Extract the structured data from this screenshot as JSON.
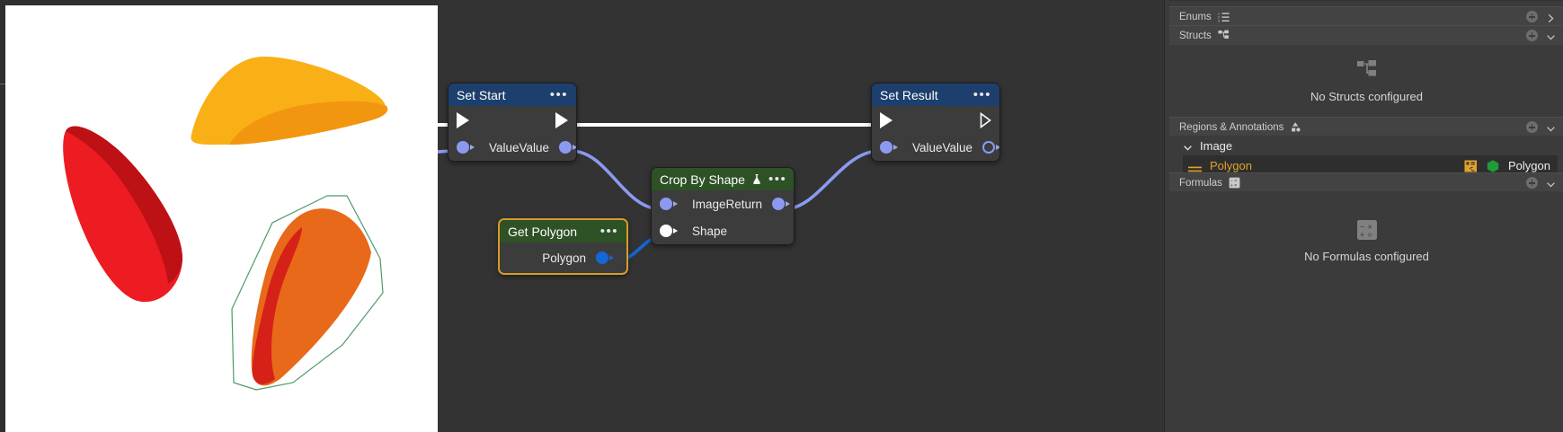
{
  "viewer": {
    "name": "image-preview",
    "background": "#ffffff",
    "shapes": [
      {
        "name": "yellow-petal",
        "fill": "#f9b016",
        "shade": "#f2960f"
      },
      {
        "name": "red-petal",
        "fill": "#ed1c22",
        "shade": "#be1115"
      },
      {
        "name": "orange-petal",
        "fill": "#e8691a",
        "shade": "#d62118"
      },
      {
        "name": "polygon-annotation-outline",
        "stroke": "#4e9a6a"
      }
    ]
  },
  "graph": {
    "background": "#333333",
    "wire_exec_color": "#ffffff",
    "wire_data_color": "#8b9af0",
    "wire_polygon_color": "#1566d6",
    "nodes": [
      {
        "id": "set-start",
        "title": "Set Start",
        "header_color": "#1d3f6e",
        "menu": "•••",
        "selected": false,
        "input_label": "Value",
        "output_label": "Value"
      },
      {
        "id": "crop-by-shape",
        "title": "Crop By Shape",
        "header_color": "#2e5226",
        "menu": "•••",
        "icon": "flask-icon",
        "selected": false,
        "inputs": [
          "Image",
          "Shape"
        ],
        "outputs": [
          "Return"
        ]
      },
      {
        "id": "get-polygon",
        "title": "Get Polygon",
        "header_color": "#2e5226",
        "menu": "•••",
        "selected": true,
        "outputs": [
          "Polygon"
        ]
      },
      {
        "id": "set-result",
        "title": "Set Result",
        "header_color": "#1d3f6e",
        "menu": "•••",
        "selected": false,
        "input_label": "Value",
        "output_label": "Value"
      }
    ]
  },
  "panel": {
    "sections": [
      {
        "id": "enums",
        "label": "Enums",
        "icon": "list-numbered-icon",
        "expanded": false
      },
      {
        "id": "structs",
        "label": "Structs",
        "icon": "struct-tree-icon",
        "expanded": true,
        "empty_text": "No Structs configured",
        "empty_icon": "struct-tree-icon"
      },
      {
        "id": "regions",
        "label": "Regions & Annotations",
        "icon": "shapes-icon",
        "expanded": true
      },
      {
        "id": "formulas",
        "label": "Formulas",
        "icon": "formula-icon",
        "expanded": true,
        "empty_text": "No Formulas configured",
        "empty_icon": "formula-icon"
      }
    ],
    "regions_tree": {
      "group_label": "Image",
      "group_expanded": true,
      "items": [
        {
          "name": "Polygon",
          "type": "Polygon",
          "name_color": "#e0a32a",
          "swatch_color": "#1f9b37",
          "link_icon": "linked-region-icon",
          "selected": true
        }
      ]
    }
  }
}
